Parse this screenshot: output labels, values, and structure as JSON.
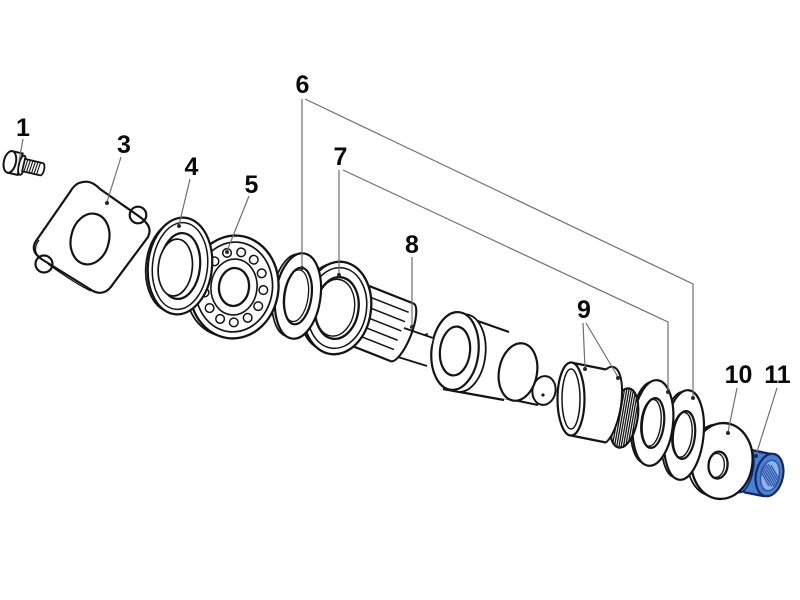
{
  "figure": {
    "type": "exploded-parts-diagram",
    "description_semantic": "shaft-assembly-exploded-view",
    "background_color": "#ffffff",
    "outline_color": "#141414",
    "leader_line_color": "#6f6f6f",
    "highlight_color": "#4a80d2",
    "highlight_bore_color": "#8fb2ea",
    "highlight_outline_color": "#18275f",
    "highlighted_part_label": "11",
    "callouts": [
      {
        "label": "1",
        "part": "hex-bolt",
        "leader_targets": 1
      },
      {
        "label": "3",
        "part": "mounting-flange-plate",
        "leader_targets": 1
      },
      {
        "label": "4",
        "part": "bearing-race-cup",
        "leader_targets": 1
      },
      {
        "label": "5",
        "part": "ball-bearing",
        "leader_targets": 1
      },
      {
        "label": "6",
        "part": "thrust-washer",
        "leader_targets": 2
      },
      {
        "label": "7",
        "part": "spacer-ring",
        "leader_targets": 2
      },
      {
        "label": "8",
        "part": "splined-shaft",
        "leader_targets": 1
      },
      {
        "label": "9",
        "part": "needle-bearing-sleeve",
        "leader_targets": 2
      },
      {
        "label": "10",
        "part": "flat-washer",
        "leader_targets": 1
      },
      {
        "label": "11",
        "part": "splined-bushing",
        "leader_targets": 1
      }
    ]
  }
}
